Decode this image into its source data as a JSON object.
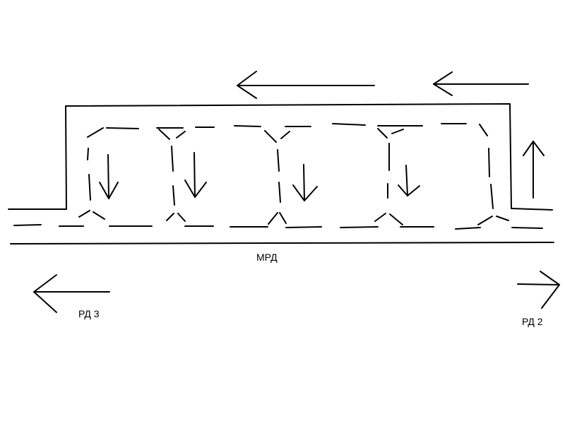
{
  "labels": {
    "main_taxiway": "МРД",
    "taxiway_left": "РД 3",
    "taxiway_right": "РД 2"
  },
  "colors": {
    "ink": "#000000",
    "background": "#ffffff"
  },
  "icons": [
    "arrow-left-icon",
    "arrow-down-icon",
    "arrow-up-icon",
    "arrow-right-icon"
  ]
}
